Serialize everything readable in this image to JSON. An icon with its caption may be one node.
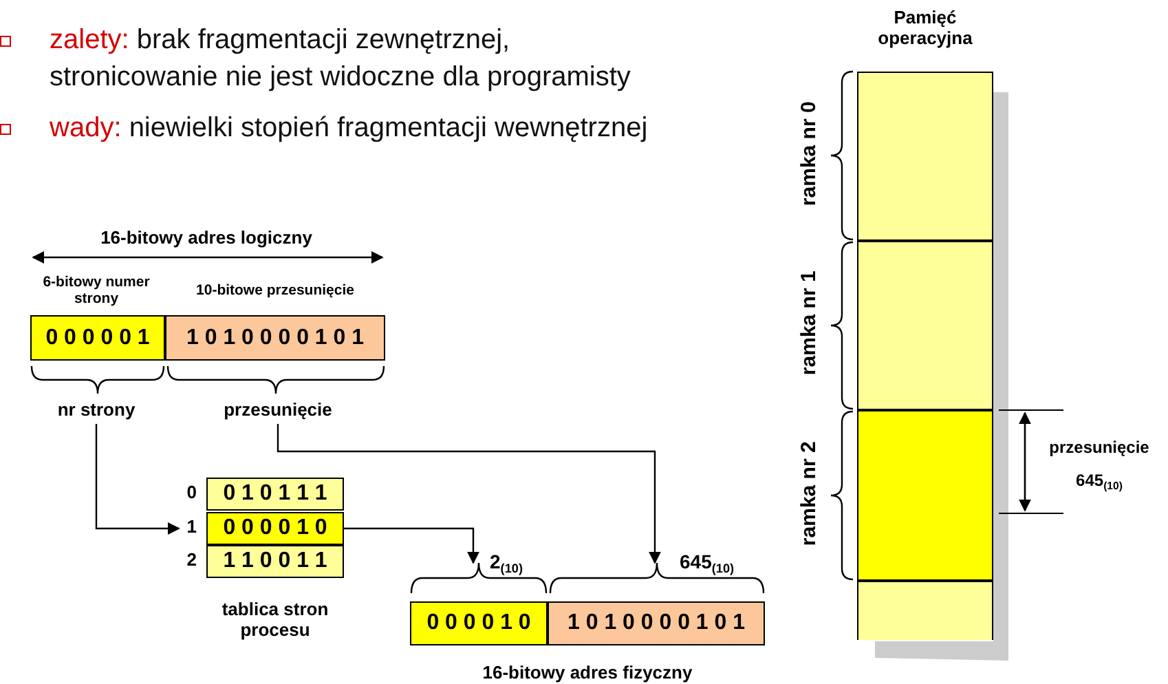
{
  "diagram": {
    "nodes": [
      {
        "text": [
          "0 0 0 0 0 1"
        ],
        "beside": [
          "6-bitowy numer strony"
        ]
      },
      {
        "text": [
          "1 0 1 0 0 0 0 1 0 1"
        ],
        "beside": [
          "10-bitowe przesunięcie"
        ]
      },
      {
        "text": [
          "nr strony"
        ]
      },
      {
        "text": [
          "przesunięcie"
        ]
      },
      {
        "text": [
          "0 1 0 1 1 1"
        ],
        "beside": [
          "0"
        ]
      },
      {
        "text": [
          "0 0 0 0 1 0"
        ],
        "beside": [
          "1"
        ]
      },
      {
        "text": [
          "1 1 0 0 1 1"
        ],
        "beside": [
          "2"
        ]
      },
      {
        "text": [
          "0 0 0 0 1 0"
        ],
        "beside": [
          "2$_{(10)}$"
        ]
      },
      {
        "text": [
          "1 0 1 0 0 0 0 1 0 1"
        ],
        "beside": [
          "645$_{(10)}$"
        ]
      },
      {
        "text": [
          "Pamięć operacyjna"
        ]
      },
      {
        "text": [],
        "shape": "box",
        "in": 9,
        "beside": [
          "ramka nr 0"
        ]
      },
      {
        "text": [],
        "shape": "box",
        "in": 9,
        "beside": [
          "ramka nr 1"
        ]
      },
      {
        "text": [],
        "shape": "box",
        "in": 9,
        "beside": [
          "ramka nr 2"
        ]
      },
      {
        "text": [],
        "shape": "box",
        "in": 9
      }
    ],
    "edges": [
      {
        "from": 2,
        "to": 5,
        "arrow": "to"
      },
      {
        "from": 5,
        "to": 7,
        "arrow": "to"
      },
      {
        "from": 3,
        "to": 8,
        "arrow": "to"
      }
    ],
    "labels": [
      "zalety:",
      "brak fragmentacji zewnętrznej, stronicowanie nie jest widoczne dla programisty",
      "wady:",
      "niewielki stopień fragmentacji wewnętrznej",
      "16-bitowy adres logiczny",
      "tablica stron procesu",
      "16-bitowy adres fizyczny",
      "przesunięcie",
      "645$_{(10)}$"
    ]
  }
}
